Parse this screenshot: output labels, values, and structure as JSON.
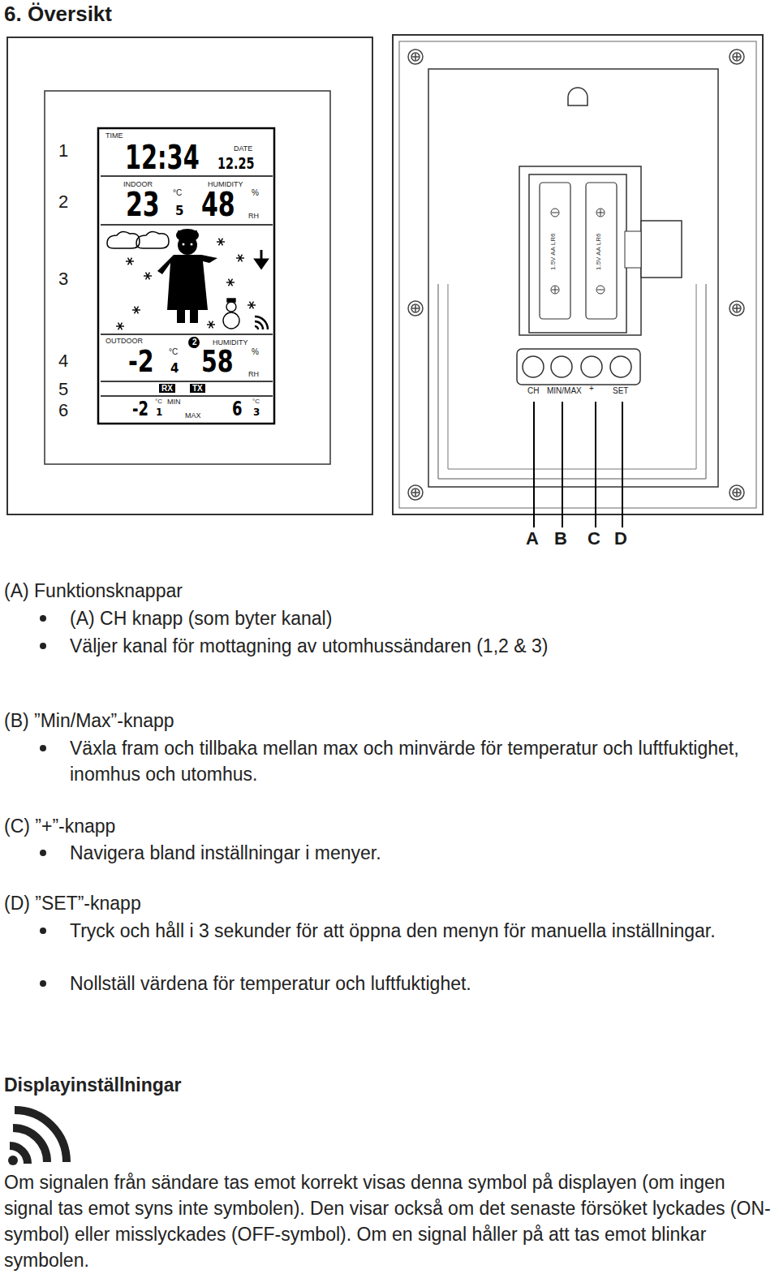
{
  "diagram": {
    "title": "6. Översikt",
    "labels": [
      "TIME",
      "12:34",
      "DATE",
      "12.25",
      "INDOOR",
      "HUMIDITY",
      "23",
      "°C",
      "5",
      "48",
      "%",
      "RH",
      "OUTDOOR",
      "2",
      "HUMIDITY",
      "-2",
      "°C",
      "4",
      "58",
      "%",
      "RH",
      "RX",
      "TX",
      "-2",
      "°C",
      "1",
      "MIN",
      "MAX",
      "6",
      "°C",
      "3",
      "1",
      "2",
      "3",
      "4",
      "5",
      "6",
      "1.5V AA LR6",
      "1.5V AA LR6",
      "CH",
      "MIN/MAX",
      "+",
      "SET",
      "A",
      "B",
      "C",
      "D",
      "(A) Funktionsknappar",
      "(A) CH knapp (som byter kanal)",
      "Väljer kanal för mottagning av utomhussändaren (1,2 & 3)",
      "(B) ”Min/Max”-knapp",
      "Växla fram och tillbaka mellan max och minvärde för temperatur och luftfuktighet, inomhus och utomhus.",
      "(C) ”+”-knapp",
      "Navigera bland inställningar i menyer.",
      "(D) ”SET”-knapp",
      "Tryck och håll i 3 sekunder för att öppna den menyn för manuella inställningar.",
      "Nollställ värdena för temperatur och luftfuktighet.",
      "Displayinställningar",
      "Om signalen från sändare tas emot korrekt visas denna symbol på displayen (om ingen signal tas emot syns inte symbolen). Den visar också om det senaste försöket lyckades (ON-symbol) eller misslyckades (OFF-symbol). Om en signal håller på att tas emot blinkar symbolen."
    ]
  }
}
